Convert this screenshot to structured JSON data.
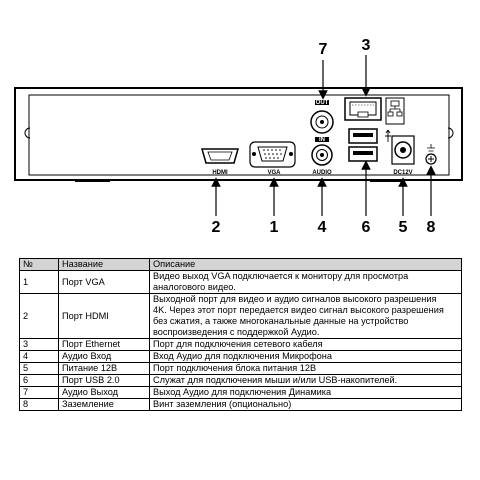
{
  "diagram": {
    "callouts": [
      "7",
      "3",
      "2",
      "1",
      "4",
      "6",
      "5",
      "8"
    ],
    "port_labels": {
      "hdmi": "HDMI",
      "vga": "VGA",
      "audio": "AUDIO",
      "dc": "DC12V",
      "out": "OUT",
      "in": "IN"
    }
  },
  "table": {
    "headers": [
      "№",
      "Название",
      "Описание"
    ],
    "rows": [
      {
        "num": "1",
        "name": "Порт VGA",
        "desc": [
          "Видео выход VGA подключается к монитору для просмотра",
          "аналогового видео."
        ]
      },
      {
        "num": "2",
        "name": "Порт HDMI",
        "desc": [
          "Выходной порт для видео и аудио сигналов высокого разрешения",
          "4K. Через этот порт передается видео сигнал высокого разрешения",
          "без сжатия, а также многоканальные данные на устройство",
          "воспроизведения с поддержкой Аудио."
        ]
      },
      {
        "num": "3",
        "name": "Порт Ethernet",
        "desc": [
          "Порт для подключения сетевого кабеля"
        ]
      },
      {
        "num": "4",
        "name": "Аудио Вход",
        "desc": [
          "Вход Аудио для подключения Микрофона"
        ]
      },
      {
        "num": "5",
        "name": "Питание 12В",
        "desc": [
          "Порт подключения блока питания 12В"
        ]
      },
      {
        "num": "6",
        "name": "Порт USB 2.0",
        "desc": [
          "Служат для подключения мыши и/или USB-накопителей."
        ]
      },
      {
        "num": "7",
        "name": "Аудио Выход",
        "desc": [
          "Выход Аудио для подключения Динамика"
        ]
      },
      {
        "num": "8",
        "name": "Заземление",
        "desc": [
          "Винт заземления (опционально)"
        ]
      }
    ]
  }
}
